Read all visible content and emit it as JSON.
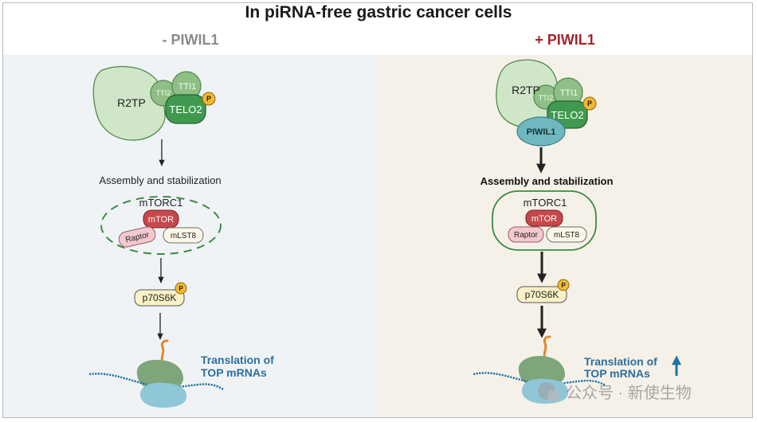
{
  "title": "In piRNA-free gastric cancer cells",
  "left": {
    "header": "- PIWIL1",
    "r2tp": "R2TP",
    "tti2": "TTI2",
    "tti1": "TTI1",
    "telo2": "TELO2",
    "phospho": "P",
    "assembly": "Assembly and stabilization",
    "mtorc1": "mTORC1",
    "mtor": "mTOR",
    "raptor": "Raptor",
    "mlst8": "mLST8",
    "p70s6k": "p70S6K",
    "translation_line1": "Translation of",
    "translation_line2": "TOP mRNAs"
  },
  "right": {
    "header": "+ PIWIL1",
    "r2tp": "R2TP",
    "tti2": "TTI2",
    "tti1": "TTI1",
    "telo2": "TELO2",
    "piwil1": "PIWIL1",
    "phospho": "P",
    "assembly": "Assembly and stabilization",
    "mtorc1": "mTORC1",
    "mtor": "mTOR",
    "raptor": "Raptor",
    "mlst8": "mLST8",
    "p70s6k": "p70S6K",
    "translation_line1": "Translation of",
    "translation_line2": "TOP mRNAs"
  },
  "watermark": "公众号 · 新使生物",
  "colors": {
    "title": "#1a1a1a",
    "minus_header": "#8a8a8a",
    "plus_header": "#a2252a",
    "left_bg": "#f0f3f5",
    "right_bg": "#f6f1e8",
    "r2tp_fill": "#cfe6c8",
    "tti_fill": "#8fbf86",
    "telo2_fill": "#3f9a4f",
    "piwil1_fill": "#6fb8c0",
    "mtor_fill": "#c6484c",
    "raptor_fill": "#f2c9cf",
    "mlst8_fill": "#fbf7e6",
    "p70s6k_fill": "#fbf1c6",
    "phospho_fill": "#f2b82e",
    "complex_border": "#3c8a45",
    "ribosome_large": "#7ea67a",
    "ribosome_small": "#8fc6d8",
    "mrna": "#1c73a4",
    "peptide": "#e08a2c",
    "translation_text": "#2a6fa0"
  }
}
